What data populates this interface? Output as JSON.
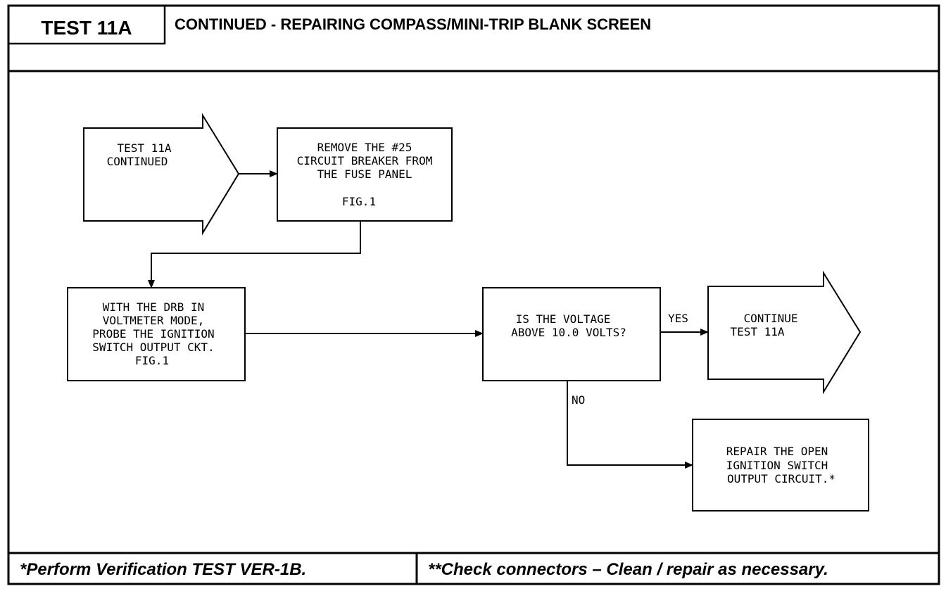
{
  "header": {
    "test_id": "TEST 11A",
    "title": "CONTINUED - REPAIRING COMPASS/MINI-TRIP BLANK SCREEN"
  },
  "flowchart": {
    "start_arrow": {
      "lines": [
        "TEST 11A",
        "CONTINUED"
      ]
    },
    "remove_box": {
      "lines": [
        "REMOVE THE #25",
        "CIRCUIT BREAKER FROM",
        "THE FUSE PANEL"
      ],
      "fig": "FIG.1"
    },
    "probe_box": {
      "lines": [
        "WITH THE DRB IN",
        "VOLTMETER MODE,",
        "PROBE THE IGNITION",
        "SWITCH OUTPUT CKT.",
        "FIG.1"
      ]
    },
    "decision_box": {
      "lines": [
        "IS THE VOLTAGE",
        "ABOVE 10.0 VOLTS?"
      ]
    },
    "yes_label": "YES",
    "no_label": "NO",
    "continue_arrow": {
      "lines": [
        "CONTINUE",
        "TEST 11A"
      ]
    },
    "repair_box": {
      "lines": [
        "REPAIR THE OPEN",
        "IGNITION SWITCH",
        "OUTPUT CIRCUIT.*"
      ]
    }
  },
  "footer": {
    "left_note": "*Perform Verification TEST VER-1B.",
    "right_note": "**Check connectors – Clean / repair as necessary."
  },
  "colors": {
    "ink": "#000000",
    "paper": "#ffffff"
  }
}
